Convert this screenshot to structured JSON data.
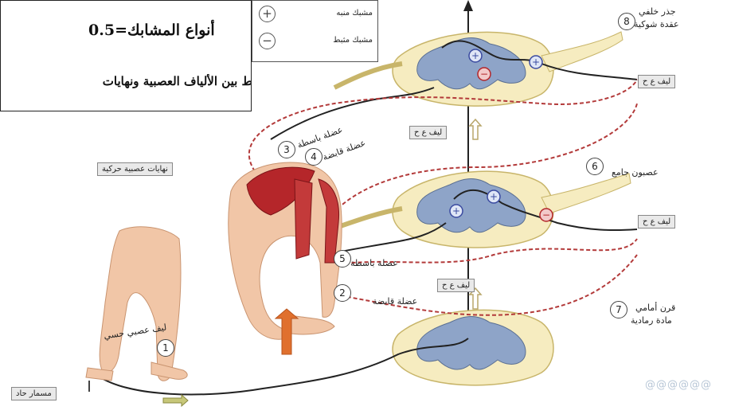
{
  "question": {
    "title": "أنواع المشابك=0.5",
    "subtitle": "الربط بين الألياف العصبية ونهايات"
  },
  "legend": {
    "excitatory": "مشبك منبه",
    "inhibitory": "مشبك مثبط"
  },
  "labels": {
    "dorsal_root_ganglion": [
      "جذر خلفي",
      "عقدة شوكية"
    ],
    "interneuron": "عصبون جامع",
    "anterior_horn": [
      "قرن أمامي",
      "مادة رمادية"
    ],
    "extensor_muscle_top": "عضلة باسطة",
    "flexor_muscle_top": "عضلة قابضة",
    "extensor_muscle_bottom": "عضلة باسطة",
    "flexor_muscle_bottom": "عضلة قابضة",
    "motor_endings": "نهايات عصبية حركية",
    "sensory_fiber": "ليف عصبي حسي",
    "sharp_nail": "مسمار حاد",
    "fiber_s_top": "ليف ع ح",
    "fiber_m_top": "ليف ع ح",
    "fiber_s_mid": "ليف ع ح",
    "fiber_m_mid": "ليف ع ح"
  },
  "numbers": [
    "1",
    "2",
    "3",
    "4",
    "5",
    "6",
    "7",
    "8"
  ],
  "watermark": "@@@@@@",
  "colors": {
    "spinal_white_matter": "#f6ecc0",
    "gray_matter": "#8ea4c8",
    "muscle": "#b5262a",
    "nerve_dashed": "#b33a3a",
    "arrow_orange": "#e0702e",
    "arrow_outline": "#b8a66a"
  }
}
